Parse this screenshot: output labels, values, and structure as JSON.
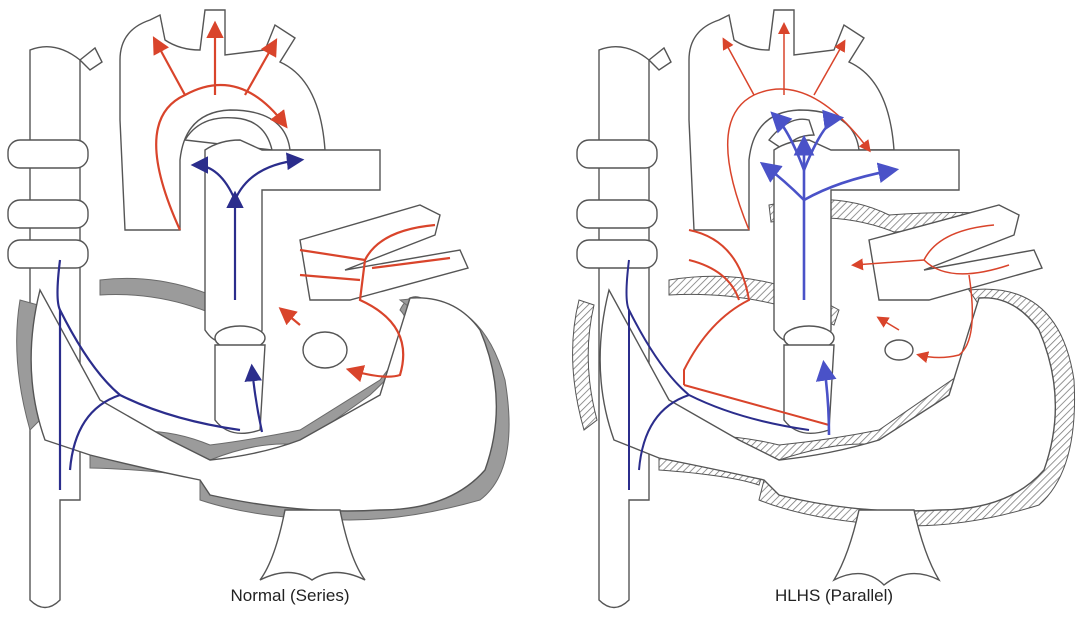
{
  "diagrams": [
    {
      "id": "normal",
      "caption": "Normal (Series)",
      "colors": {
        "oxygenated": "#d9442b",
        "deoxygenated": "#2b2d8c",
        "wall": "#9b9b9b",
        "outline": "#555555"
      }
    },
    {
      "id": "hlhs",
      "caption": "HLHS (Parallel)",
      "colors": {
        "oxygenated": "#d9442b",
        "deoxygenated": "#4a52c8",
        "wall": "#9b9b9b",
        "outline": "#555555"
      }
    }
  ]
}
